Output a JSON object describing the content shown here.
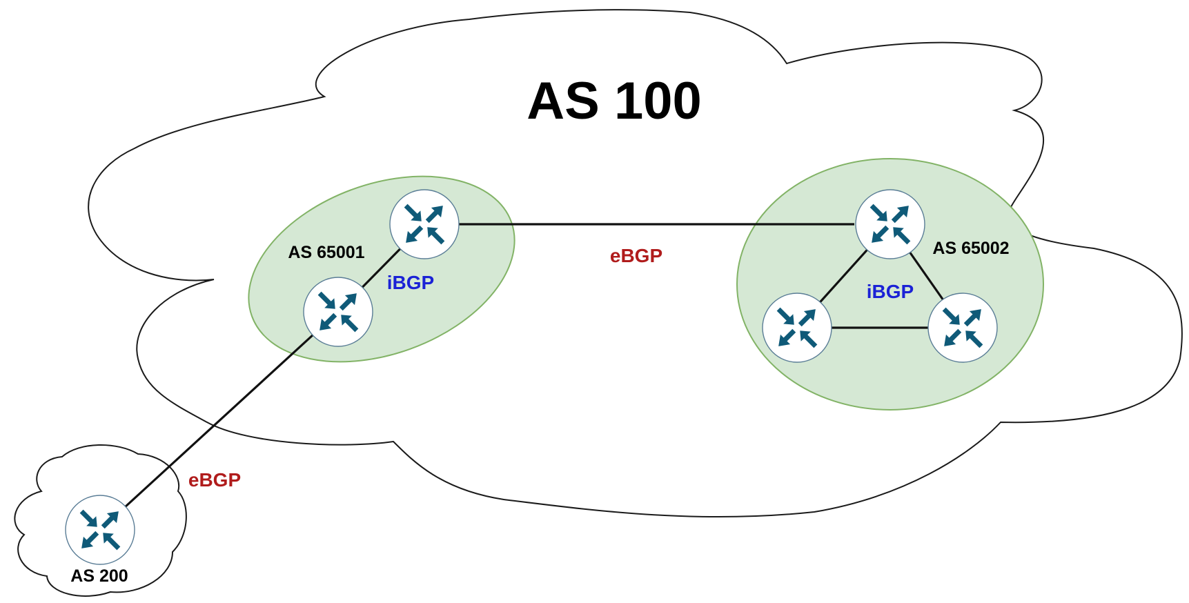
{
  "diagram": {
    "main_as": {
      "label": "AS 100"
    },
    "sub_as_left": {
      "label": "AS 65001",
      "protocol": "iBGP"
    },
    "sub_as_right": {
      "label": "AS 65002",
      "protocol": "iBGP"
    },
    "external_as": {
      "label": "AS 200"
    },
    "links": {
      "ebgp_between_sub_as": "eBGP",
      "ebgp_to_external": "eBGP"
    },
    "colors": {
      "ebgp": "#b01c1c",
      "ibgp": "#1b22d6",
      "sub_as_fill": "#d5e8d4",
      "sub_as_border": "#82b366",
      "router_icon": "#0f5a78"
    },
    "router_icon": "router-icon"
  }
}
